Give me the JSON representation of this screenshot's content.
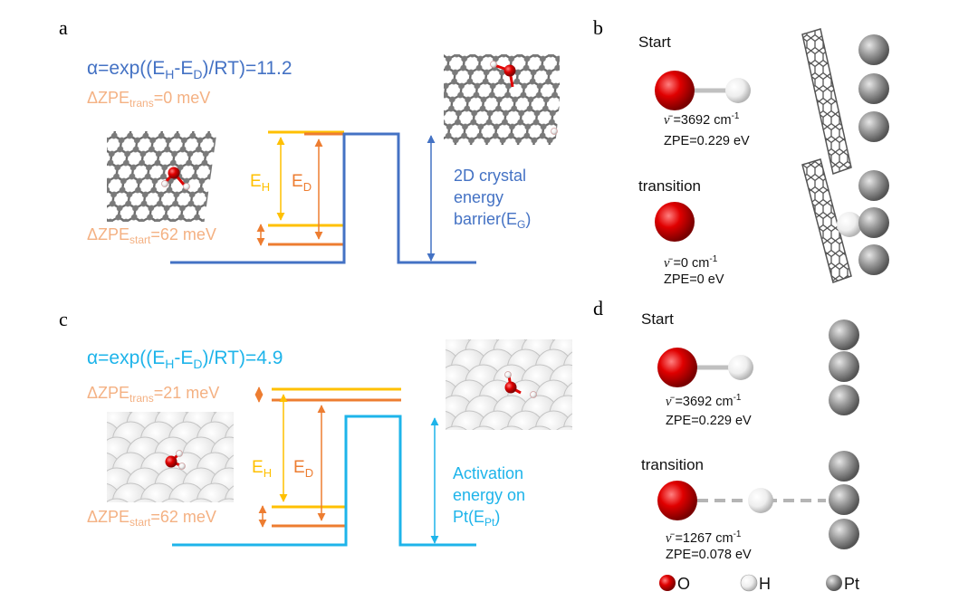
{
  "colors": {
    "blue": "#4472C4",
    "cyan": "#1EB4EA",
    "yellow": "#FFC000",
    "orange": "#ED7D31",
    "peach": "#F4B183",
    "oxygen": "#E00000",
    "hydrogen": "#F2F2F2",
    "platinum": "#9A9A9A",
    "graphene": "#6E6E6E"
  },
  "panel_a": {
    "letter": "a",
    "alpha": {
      "pre": "α=exp((E",
      "s1": "H",
      "mid": "-E",
      "s2": "D",
      "post": ")/RT)=11.2"
    },
    "zpe_trans": {
      "pre": "ΔZPE",
      "sub": "trans",
      "post": "=0 meV"
    },
    "zpe_start": {
      "pre": "ΔZPE",
      "sub": "start",
      "post": "=62 meV"
    },
    "eh": {
      "main": "E",
      "sub": "H"
    },
    "ed": {
      "main": "E",
      "sub": "D"
    },
    "barrier": {
      "line1": "2D crystal",
      "line2": "energy",
      "line3_pre": "barrier(E",
      "line3_sub": "G",
      "line3_post": ")"
    }
  },
  "panel_c": {
    "letter": "c",
    "alpha": {
      "pre": "α=exp((E",
      "s1": "H",
      "mid": "-E",
      "s2": "D",
      "post": ")/RT)=4.9"
    },
    "zpe_trans": {
      "pre": "ΔZPE",
      "sub": "trans",
      "post": "=21 meV"
    },
    "zpe_start": {
      "pre": "ΔZPE",
      "sub": "start",
      "post": "=62 meV"
    },
    "eh": {
      "main": "E",
      "sub": "H"
    },
    "ed": {
      "main": "E",
      "sub": "D"
    },
    "barrier": {
      "line1": "Activation",
      "line2": "energy on",
      "line3_pre": "Pt(E",
      "line3_sub": "Pt",
      "line3_post": ")"
    }
  },
  "panel_b": {
    "letter": "b",
    "start": {
      "title": "Start",
      "nu_sym": "ν̄",
      "nu": " =3692 cm",
      "nu_sup": "-1",
      "zpe": "ZPE=0.229 eV"
    },
    "transition": {
      "title": "transition",
      "nu_sym": "ν̄",
      "nu": " =0 cm",
      "nu_sup": "-1",
      "zpe": "ZPE=0 eV"
    }
  },
  "panel_d": {
    "letter": "d",
    "start": {
      "title": "Start",
      "nu_sym": "ν̄",
      "nu": " =3692 cm",
      "nu_sup": "-1",
      "zpe": "ZPE=0.229 eV"
    },
    "transition": {
      "title": "transition",
      "nu_sym": "ν̄",
      "nu": " =1267 cm",
      "nu_sup": "-1",
      "zpe": "ZPE=0.078 eV"
    }
  },
  "legend": {
    "o": "O",
    "h": "H",
    "pt": "Pt"
  }
}
